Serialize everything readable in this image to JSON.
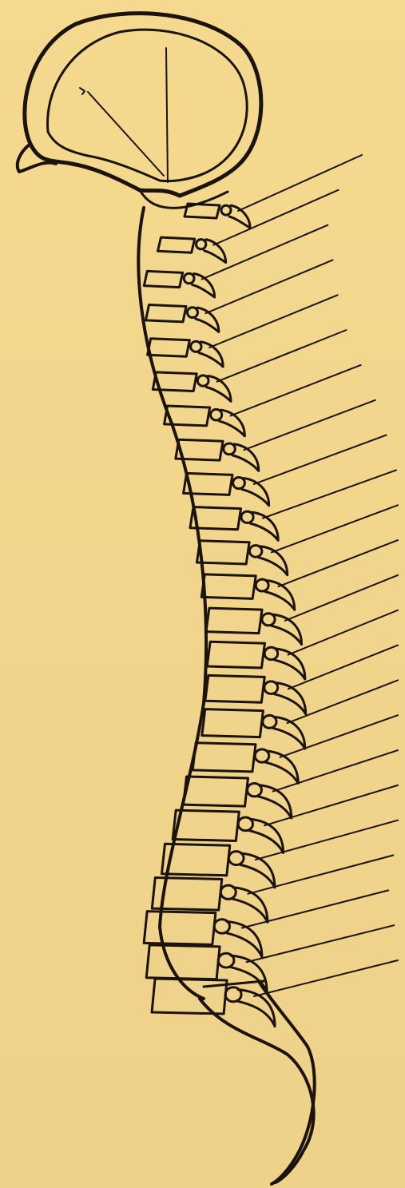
{
  "page": {
    "background": "#f2d68f",
    "ink_color": "#1c140c"
  },
  "figure": {
    "subject": "spine-illustration",
    "vertebra_count": 24,
    "leader_line_count": 24
  }
}
